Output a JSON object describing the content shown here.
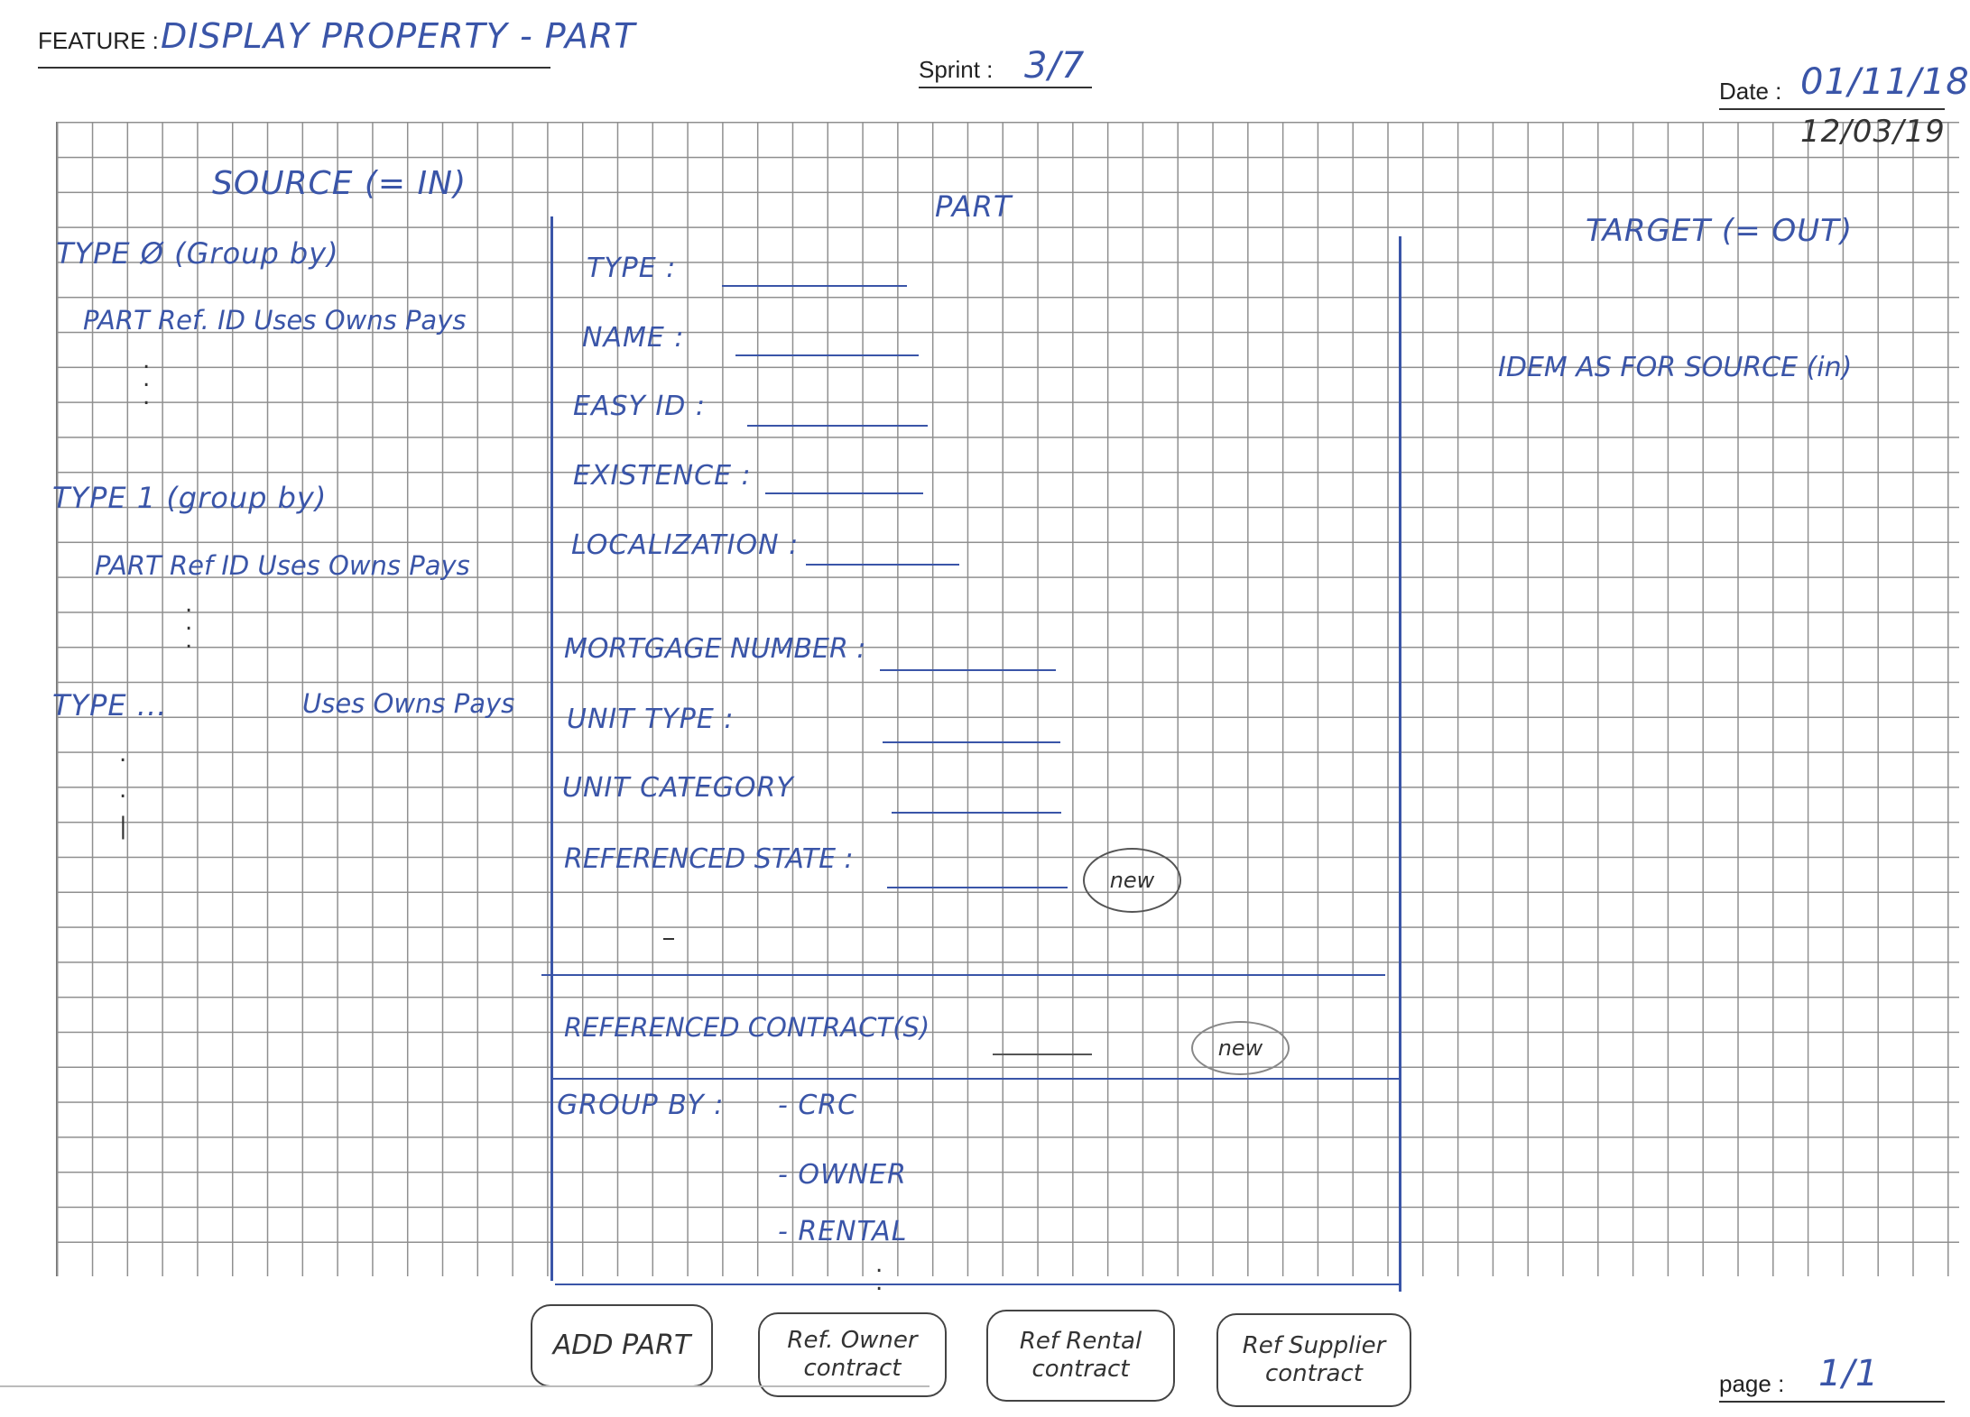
{
  "header": {
    "feature_label": "FEATURE :",
    "feature_value": "DISPLAY PROPERTY - PART",
    "sprint_label": "Sprint :",
    "sprint_value": "3/7",
    "date_label": "Date :",
    "date_value": "01/11/18",
    "date_value_2": "12/03/19",
    "page_label": "page :",
    "page_value": "1/1"
  },
  "source": {
    "title": "SOURCE (= IN)",
    "type0": "TYPE Ø (Group by)",
    "type0_row": "PART Ref. ID  Uses  Owns  Pays",
    "type1": "TYPE 1 (group by)",
    "type1_row": "PART Ref ID  Uses  Owns  Pays",
    "typen": "TYPE ...",
    "typen_row": "Uses  Owns  Pays"
  },
  "part": {
    "title": "PART",
    "fields": [
      {
        "label": "TYPE :"
      },
      {
        "label": "NAME :"
      },
      {
        "label": "EASY ID :"
      },
      {
        "label": "EXISTENCE :"
      },
      {
        "label": "LOCALIZATION :"
      },
      {
        "label": "MORTGAGE NUMBER :"
      },
      {
        "label": "UNIT TYPE :"
      },
      {
        "label": "UNIT CATEGORY"
      },
      {
        "label": "REFERENCED STATE :"
      }
    ],
    "new_badge_1": "new",
    "contracts_label": "REFERENCED CONTRACT(S)",
    "new_badge_2": "new",
    "group_by_label": "GROUP BY :",
    "group_by_options": [
      "- CRC",
      "- OWNER",
      "- RENTAL"
    ]
  },
  "target": {
    "title": "TARGET (= OUT)",
    "note": "IDEM AS FOR SOURCE (in)"
  },
  "buttons": {
    "add_part": "ADD PART",
    "ref_owner": "Ref. Owner\ncontract",
    "ref_rental": "Ref Rental\ncontract",
    "ref_supplier": "Ref Supplier\ncontract"
  }
}
